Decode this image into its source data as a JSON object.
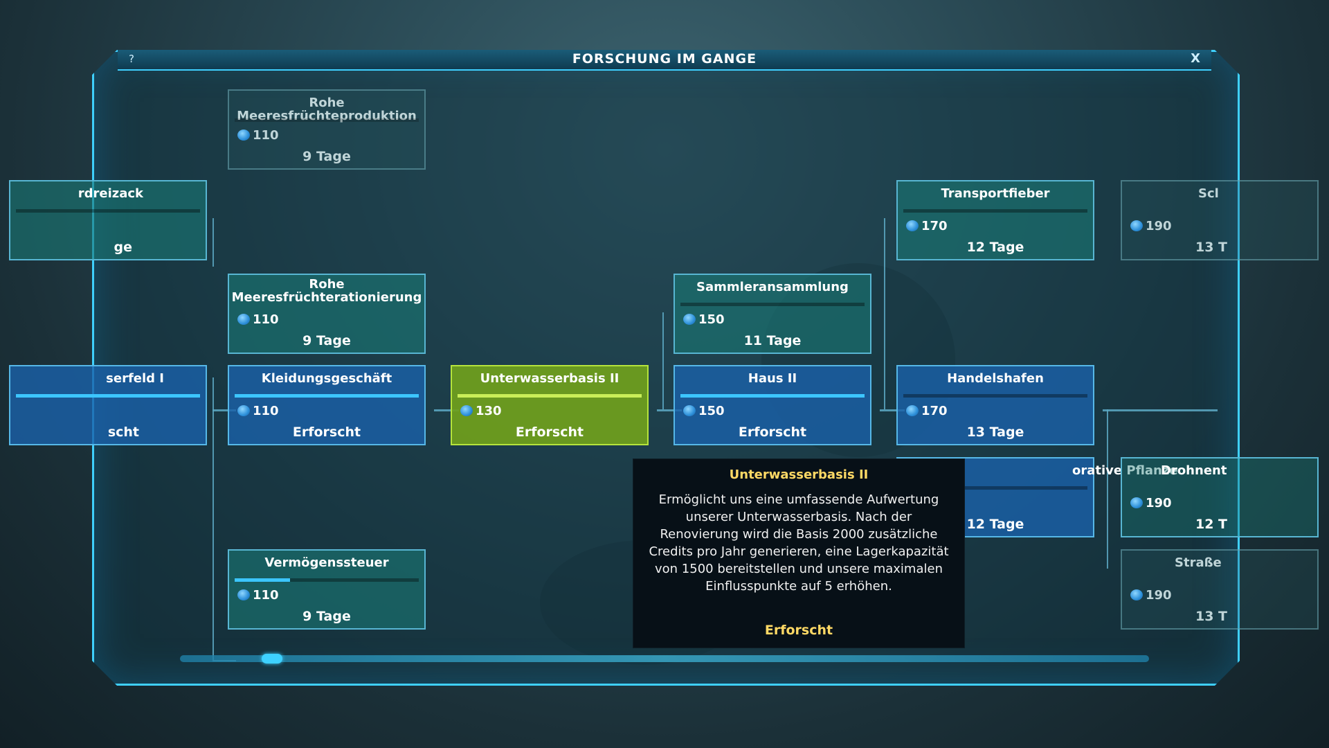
{
  "window": {
    "title": "FORSCHUNG IM GANGE",
    "help_label": "?",
    "close_label": "X"
  },
  "nodes": [
    {
      "id": "rohe-produktion",
      "name": "Rohe Meeresfrüchteproduktion",
      "cost": "110",
      "time": "9 Tage",
      "state": "faded",
      "progress": 0
    },
    {
      "id": "dreizack",
      "name": "rdreizack",
      "cost": "",
      "time": "ge",
      "state": "teal",
      "progress": 0
    },
    {
      "id": "rohe-rationierung",
      "name": "Rohe Meeresfrüchterationierung",
      "cost": "110",
      "time": "9 Tage",
      "state": "teal",
      "progress": 0
    },
    {
      "id": "serfeld",
      "name": "serfeld I",
      "cost": "",
      "time": "scht",
      "state": "blue",
      "progress": 1
    },
    {
      "id": "kleidung",
      "name": "Kleidungsgeschäft",
      "cost": "110",
      "time": "Erforscht",
      "state": "blue",
      "progress": 1
    },
    {
      "id": "ubasis2",
      "name": "Unterwasserbasis II",
      "cost": "130",
      "time": "Erforscht",
      "state": "green",
      "progress": 1
    },
    {
      "id": "vermoegen",
      "name": "Vermögenssteuer",
      "cost": "110",
      "time": "9 Tage",
      "state": "teal",
      "progress": 0.3
    },
    {
      "id": "sammler",
      "name": "Sammleransammlung",
      "cost": "150",
      "time": "11 Tage",
      "state": "teal",
      "progress": 0
    },
    {
      "id": "haus2",
      "name": "Haus II",
      "cost": "150",
      "time": "Erforscht",
      "state": "blue",
      "progress": 1
    },
    {
      "id": "transport",
      "name": "Transportfieber",
      "cost": "170",
      "time": "12 Tage",
      "state": "teal",
      "progress": 0
    },
    {
      "id": "handelshafen",
      "name": "Handelshafen",
      "cost": "170",
      "time": "13 Tage",
      "state": "blue",
      "progress": 0
    },
    {
      "id": "pflanze",
      "name": "orative Pflanze",
      "cost": "",
      "time": "12 Tage",
      "state": "blue",
      "progress": 0
    },
    {
      "id": "scl",
      "name": "Scl",
      "cost": "190",
      "time": "13 T",
      "state": "faded",
      "progress": 0
    },
    {
      "id": "drohnent",
      "name": "Drohnent",
      "cost": "190",
      "time": "12 T",
      "state": "teal",
      "progress": 0
    },
    {
      "id": "strasse",
      "name": "Straße",
      "cost": "190",
      "time": "13 T",
      "state": "faded",
      "progress": 0
    }
  ],
  "tooltip": {
    "title": "Unterwasserbasis II",
    "description": "Ermöglicht uns eine umfassende Aufwertung unserer Unterwasserbasis. Nach der Renovierung wird die Basis 2000 zusätzliche Credits pro Jahr generieren, eine Lagerkapazität von 1500 bereitstellen und unsere maximalen Einflusspunkte auf 5 erhöhen.",
    "status": "Erforscht"
  },
  "colors": {
    "frame": "#3fd0ff",
    "researched_selected": "#70a01c",
    "researched": "#1a62aa",
    "available": "#1a7874",
    "tooltip_accent": "#ffd965"
  }
}
